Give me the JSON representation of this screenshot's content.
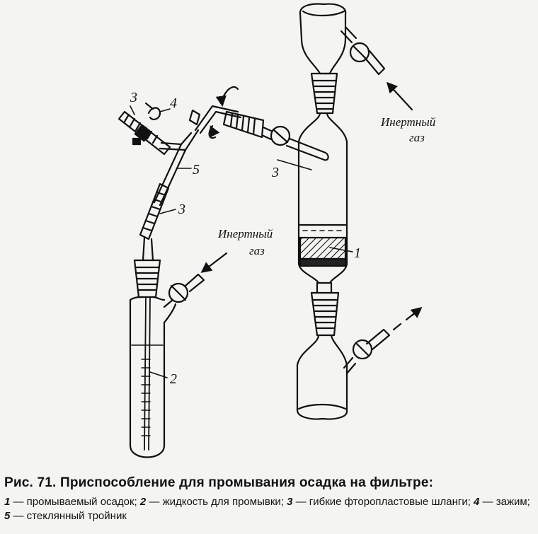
{
  "figure": {
    "callouts": {
      "c1": "1",
      "c2": "2",
      "c3a": "3",
      "c3b": "3",
      "c3c": "3",
      "c4": "4",
      "c5": "5"
    },
    "gas_label_right": [
      "Инертный",
      "газ"
    ],
    "gas_label_left": [
      "Инертный",
      "газ"
    ]
  },
  "caption": {
    "title": "Рис. 71. Приспособление для промывания осадка на фильтре:",
    "legend": [
      {
        "num": "1",
        "text": " — промываемый осадок; "
      },
      {
        "num": "2",
        "text": " — жидкость для промывки; "
      },
      {
        "num": "3",
        "text": " — гибкие фторопластовые шланги; "
      },
      {
        "num": "4",
        "text": " — зажим; "
      },
      {
        "num": "5",
        "text": " — стеклянный тройник"
      }
    ]
  }
}
